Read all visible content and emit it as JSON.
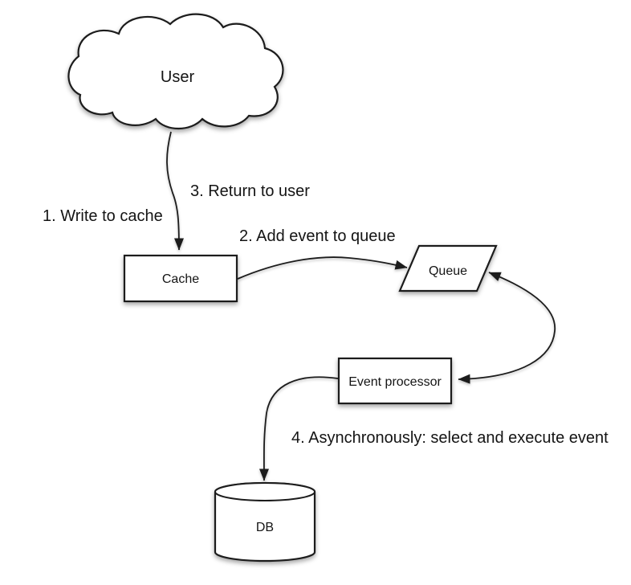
{
  "diagram": {
    "type": "flow-diagram",
    "nodes": {
      "user": {
        "label": "User",
        "shape": "cloud"
      },
      "cache": {
        "label": "Cache",
        "shape": "rectangle"
      },
      "queue": {
        "label": "Queue",
        "shape": "parallelogram"
      },
      "event_processor": {
        "label": "Event processor",
        "shape": "rectangle"
      },
      "db": {
        "label": "DB",
        "shape": "cylinder"
      }
    },
    "steps": {
      "step1": "1. Write to cache",
      "step2": "2. Add event to queue",
      "step3": "3. Return to user",
      "step4": "4. Asynchronously: select and execute event"
    },
    "edges": [
      {
        "from": "user",
        "to": "cache",
        "style": "single-arrow"
      },
      {
        "from": "cache",
        "to": "queue",
        "style": "single-arrow"
      },
      {
        "from": "queue",
        "to": "event_processor",
        "style": "double-arrow"
      },
      {
        "from": "event_processor",
        "to": "db",
        "style": "single-arrow"
      }
    ],
    "colors": {
      "background": "#ffffff",
      "stroke": "#1c1c1c",
      "shape_fill": "#ffffff",
      "text": "#141414"
    }
  }
}
